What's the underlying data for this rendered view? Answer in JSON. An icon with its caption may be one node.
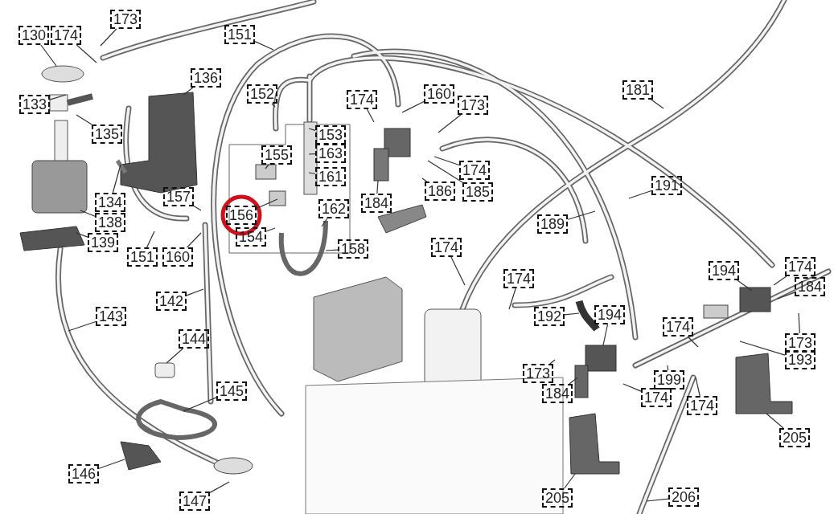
{
  "diagram": {
    "nodes": [
      {
        "text": [
          "173"
        ]
      },
      {
        "text": [
          "130"
        ]
      },
      {
        "text": [
          "174"
        ]
      },
      {
        "text": [
          "151"
        ]
      },
      {
        "text": [
          "136"
        ]
      },
      {
        "text": [
          "181"
        ]
      },
      {
        "text": [
          "152"
        ]
      },
      {
        "text": [
          "160"
        ]
      },
      {
        "text": [
          "174"
        ]
      },
      {
        "text": [
          "133"
        ]
      },
      {
        "text": [
          "173"
        ]
      },
      {
        "text": [
          "135"
        ]
      },
      {
        "text": [
          "153"
        ]
      },
      {
        "text": [
          "163"
        ]
      },
      {
        "text": [
          "155"
        ]
      },
      {
        "text": [
          "174"
        ]
      },
      {
        "text": [
          "161"
        ]
      },
      {
        "text": [
          "191"
        ]
      },
      {
        "text": [
          "186"
        ]
      },
      {
        "text": [
          "185"
        ]
      },
      {
        "text": [
          "157"
        ]
      },
      {
        "text": [
          "134"
        ]
      },
      {
        "text": [
          "184"
        ]
      },
      {
        "text": [
          "162"
        ]
      },
      {
        "text": [
          "156"
        ]
      },
      {
        "text": [
          "138"
        ]
      },
      {
        "text": [
          "189"
        ]
      },
      {
        "text": [
          "154"
        ]
      },
      {
        "text": [
          "139"
        ]
      },
      {
        "text": [
          "174"
        ]
      },
      {
        "text": [
          "158"
        ]
      },
      {
        "text": [
          "151"
        ]
      },
      {
        "text": [
          "160"
        ]
      },
      {
        "text": [
          "174"
        ]
      },
      {
        "text": [
          "194"
        ]
      },
      {
        "text": [
          "174"
        ]
      },
      {
        "text": [
          "184"
        ]
      },
      {
        "text": [
          "142"
        ]
      },
      {
        "text": [
          "143"
        ]
      },
      {
        "text": [
          "192"
        ]
      },
      {
        "text": [
          "194"
        ]
      },
      {
        "text": [
          "174"
        ]
      },
      {
        "text": [
          "144"
        ]
      },
      {
        "text": [
          "173"
        ]
      },
      {
        "text": [
          "193"
        ]
      },
      {
        "text": [
          "173"
        ]
      },
      {
        "text": [
          "199"
        ]
      },
      {
        "text": [
          "145"
        ]
      },
      {
        "text": [
          "184"
        ]
      },
      {
        "text": [
          "174"
        ]
      },
      {
        "text": [
          "174"
        ]
      },
      {
        "text": [
          "205"
        ]
      },
      {
        "text": [
          "146"
        ]
      },
      {
        "text": [
          "205"
        ]
      },
      {
        "text": [
          "206"
        ]
      },
      {
        "text": [
          "147"
        ]
      }
    ],
    "edges": [
      {
        "from": 0,
        "to": null,
        "arrow": "none"
      },
      {
        "from": 1,
        "to": null,
        "arrow": "none"
      },
      {
        "from": 2,
        "to": null,
        "arrow": "none"
      },
      {
        "from": 3,
        "to": null,
        "arrow": "none"
      },
      {
        "from": 4,
        "to": null,
        "arrow": "none"
      },
      {
        "from": 5,
        "to": null,
        "arrow": "none"
      },
      {
        "from": 6,
        "to": null,
        "arrow": "none"
      },
      {
        "from": 7,
        "to": null,
        "arrow": "none"
      },
      {
        "from": 8,
        "to": null,
        "arrow": "none"
      },
      {
        "from": 9,
        "to": null,
        "arrow": "none"
      },
      {
        "from": 10,
        "to": null,
        "arrow": "none"
      },
      {
        "from": 11,
        "to": null,
        "arrow": "none"
      },
      {
        "from": 12,
        "to": null,
        "arrow": "none"
      },
      {
        "from": 13,
        "to": null,
        "arrow": "none"
      },
      {
        "from": 14,
        "to": null,
        "arrow": "none"
      },
      {
        "from": 15,
        "to": null,
        "arrow": "none"
      },
      {
        "from": 16,
        "to": null,
        "arrow": "none"
      },
      {
        "from": 17,
        "to": null,
        "arrow": "none"
      },
      {
        "from": 18,
        "to": null,
        "arrow": "none"
      },
      {
        "from": 19,
        "to": null,
        "arrow": "none"
      },
      {
        "from": 20,
        "to": null,
        "arrow": "none"
      },
      {
        "from": 21,
        "to": null,
        "arrow": "none"
      },
      {
        "from": 22,
        "to": null,
        "arrow": "none"
      },
      {
        "from": 23,
        "to": null,
        "arrow": "none"
      },
      {
        "from": 24,
        "to": null,
        "arrow": "none"
      },
      {
        "from": 25,
        "to": null,
        "arrow": "none"
      },
      {
        "from": 26,
        "to": null,
        "arrow": "none"
      },
      {
        "from": 27,
        "to": null,
        "arrow": "none"
      },
      {
        "from": 28,
        "to": null,
        "arrow": "none"
      },
      {
        "from": 29,
        "to": null,
        "arrow": "none"
      },
      {
        "from": 30,
        "to": null,
        "arrow": "none"
      },
      {
        "from": 31,
        "to": null,
        "arrow": "none"
      },
      {
        "from": 32,
        "to": null,
        "arrow": "none"
      },
      {
        "from": 33,
        "to": null,
        "arrow": "none"
      },
      {
        "from": 34,
        "to": null,
        "arrow": "none"
      },
      {
        "from": 35,
        "to": null,
        "arrow": "none"
      },
      {
        "from": 36,
        "to": null,
        "arrow": "none"
      },
      {
        "from": 37,
        "to": null,
        "arrow": "none"
      },
      {
        "from": 38,
        "to": null,
        "arrow": "none"
      },
      {
        "from": 39,
        "to": null,
        "arrow": "none"
      },
      {
        "from": 40,
        "to": null,
        "arrow": "none"
      },
      {
        "from": 41,
        "to": null,
        "arrow": "none"
      },
      {
        "from": 42,
        "to": null,
        "arrow": "none"
      },
      {
        "from": 43,
        "to": null,
        "arrow": "none"
      },
      {
        "from": 44,
        "to": null,
        "arrow": "none"
      },
      {
        "from": 45,
        "to": null,
        "arrow": "none"
      },
      {
        "from": 46,
        "to": null,
        "arrow": "none"
      },
      {
        "from": 47,
        "to": null,
        "arrow": "none"
      },
      {
        "from": 48,
        "to": null,
        "arrow": "none"
      },
      {
        "from": 49,
        "to": null,
        "arrow": "none"
      },
      {
        "from": 50,
        "to": null,
        "arrow": "none"
      },
      {
        "from": 51,
        "to": null,
        "arrow": "none"
      },
      {
        "from": 52,
        "to": null,
        "arrow": "none"
      },
      {
        "from": 53,
        "to": null,
        "arrow": "none"
      },
      {
        "from": 54,
        "to": null,
        "arrow": "none"
      },
      {
        "from": 55,
        "to": null,
        "arrow": "none"
      }
    ]
  }
}
